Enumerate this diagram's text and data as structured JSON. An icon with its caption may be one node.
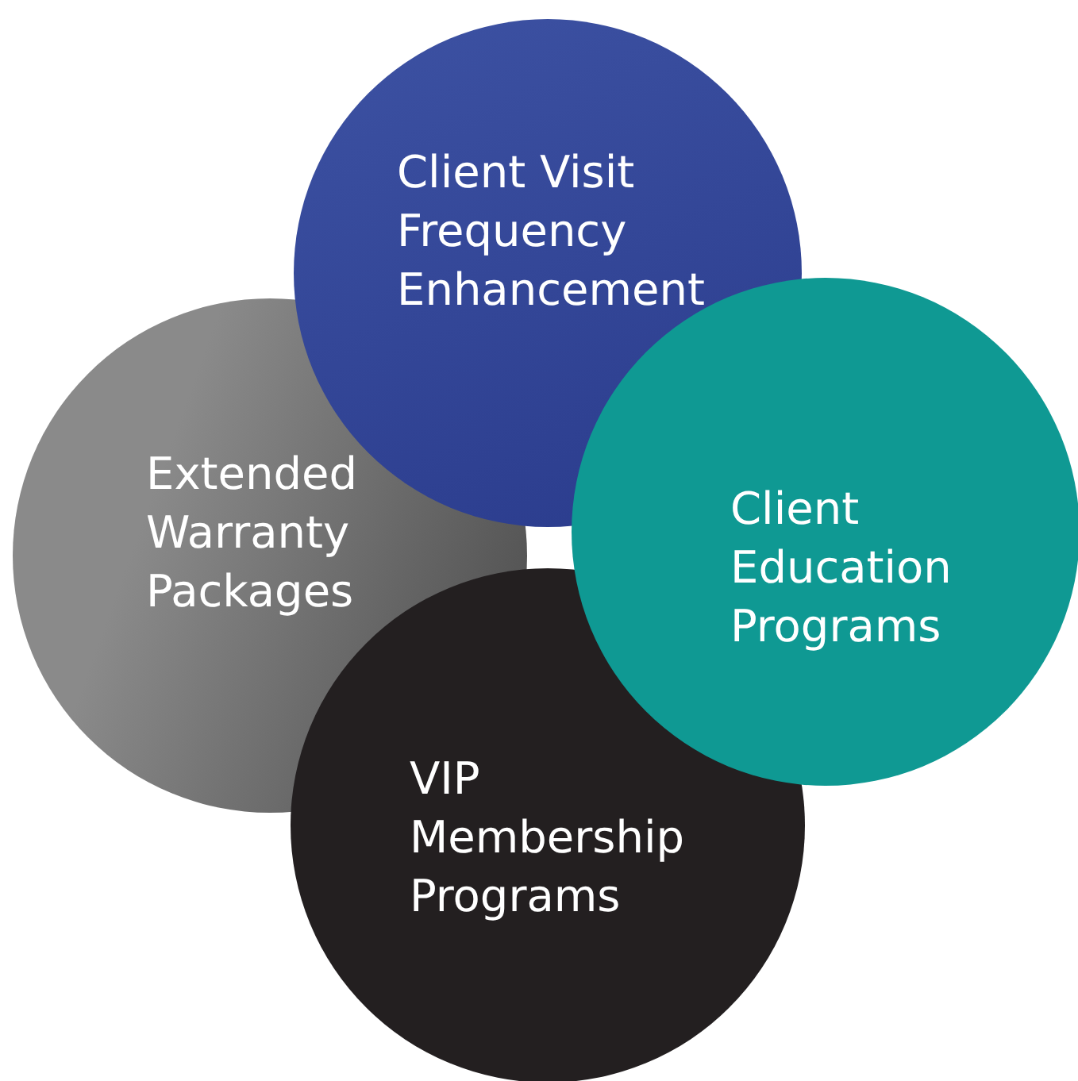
{
  "diagram": {
    "nodes": [
      {
        "text": [
          "Client Visit Frequency Enhancement"
        ]
      },
      {
        "text": [
          "Extended Warranty Packages"
        ]
      },
      {
        "text": [
          "Client Education Programs"
        ]
      },
      {
        "text": [
          "VIP Membership Programs"
        ]
      }
    ]
  }
}
